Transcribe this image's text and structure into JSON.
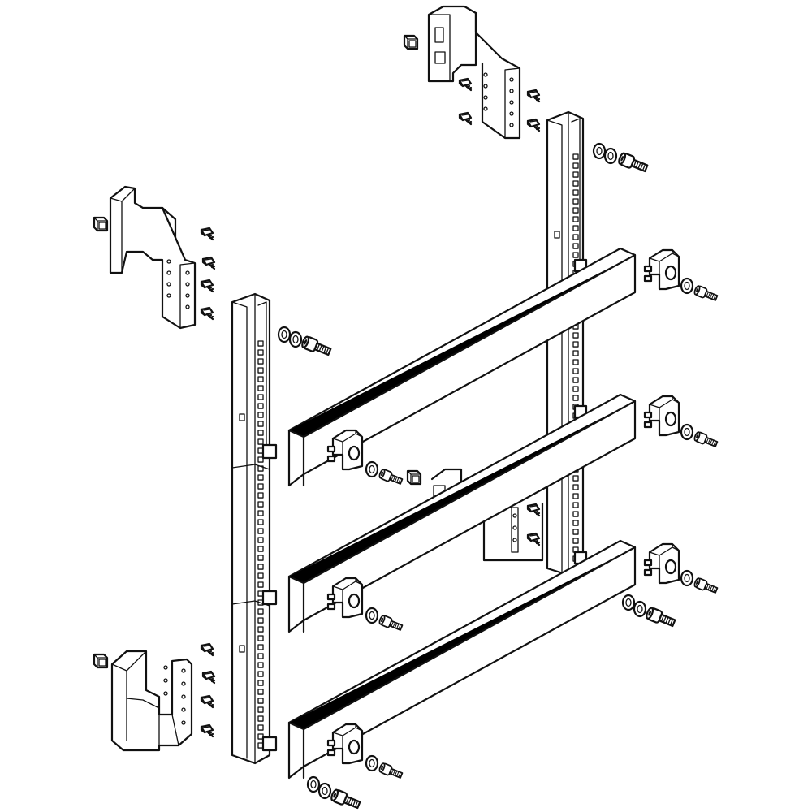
{
  "drawing": {
    "colors": {
      "line": "#111111",
      "fill": "#ffffff",
      "shade": "#d9d9d9"
    },
    "components": [
      "support-rail-left",
      "support-rail-right",
      "busbar-upper",
      "busbar-middle",
      "busbar-lower",
      "angle-bracket-top",
      "angle-bracket-left-upper",
      "u-bracket-left-lower",
      "center-bracket",
      "clamp-block",
      "cage-nut",
      "socket-head-screw",
      "washer",
      "self-tapping-screw"
    ]
  }
}
